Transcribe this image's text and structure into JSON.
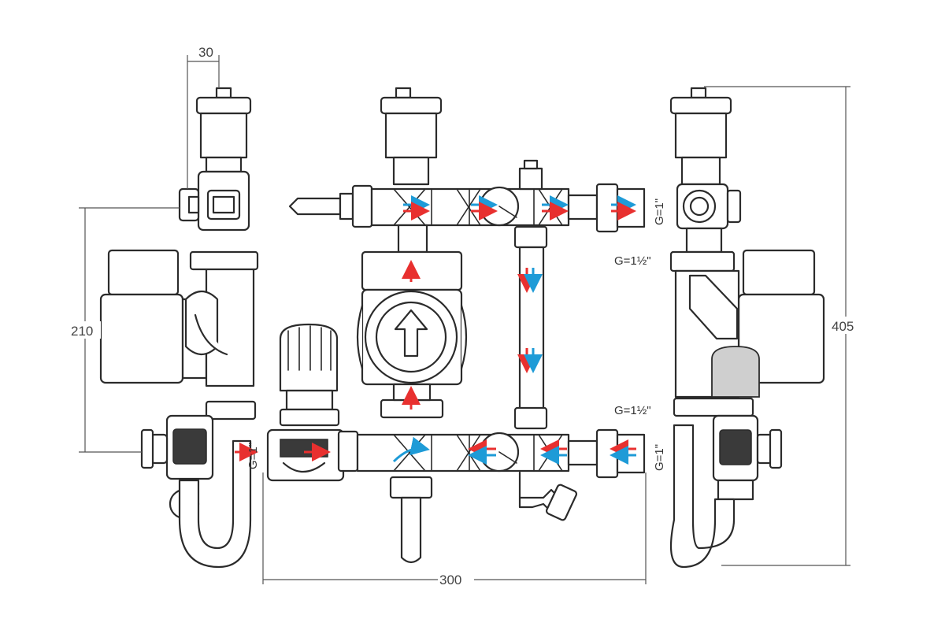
{
  "dimensions": {
    "top_width": "30",
    "left_height": "210",
    "right_height": "405",
    "bottom_width": "300"
  },
  "connection_labels": {
    "top_outlet": "G=1\"",
    "pump_flange_upper": "G=1½\"",
    "pump_flange_lower": "G=1½\"",
    "bottom_outlet": "G=1\"",
    "left_inlet": "G=1\""
  },
  "colors": {
    "hot_flow": "#e8302f",
    "cold_flow": "#1e9bd7",
    "outline": "#2b2b2b"
  }
}
